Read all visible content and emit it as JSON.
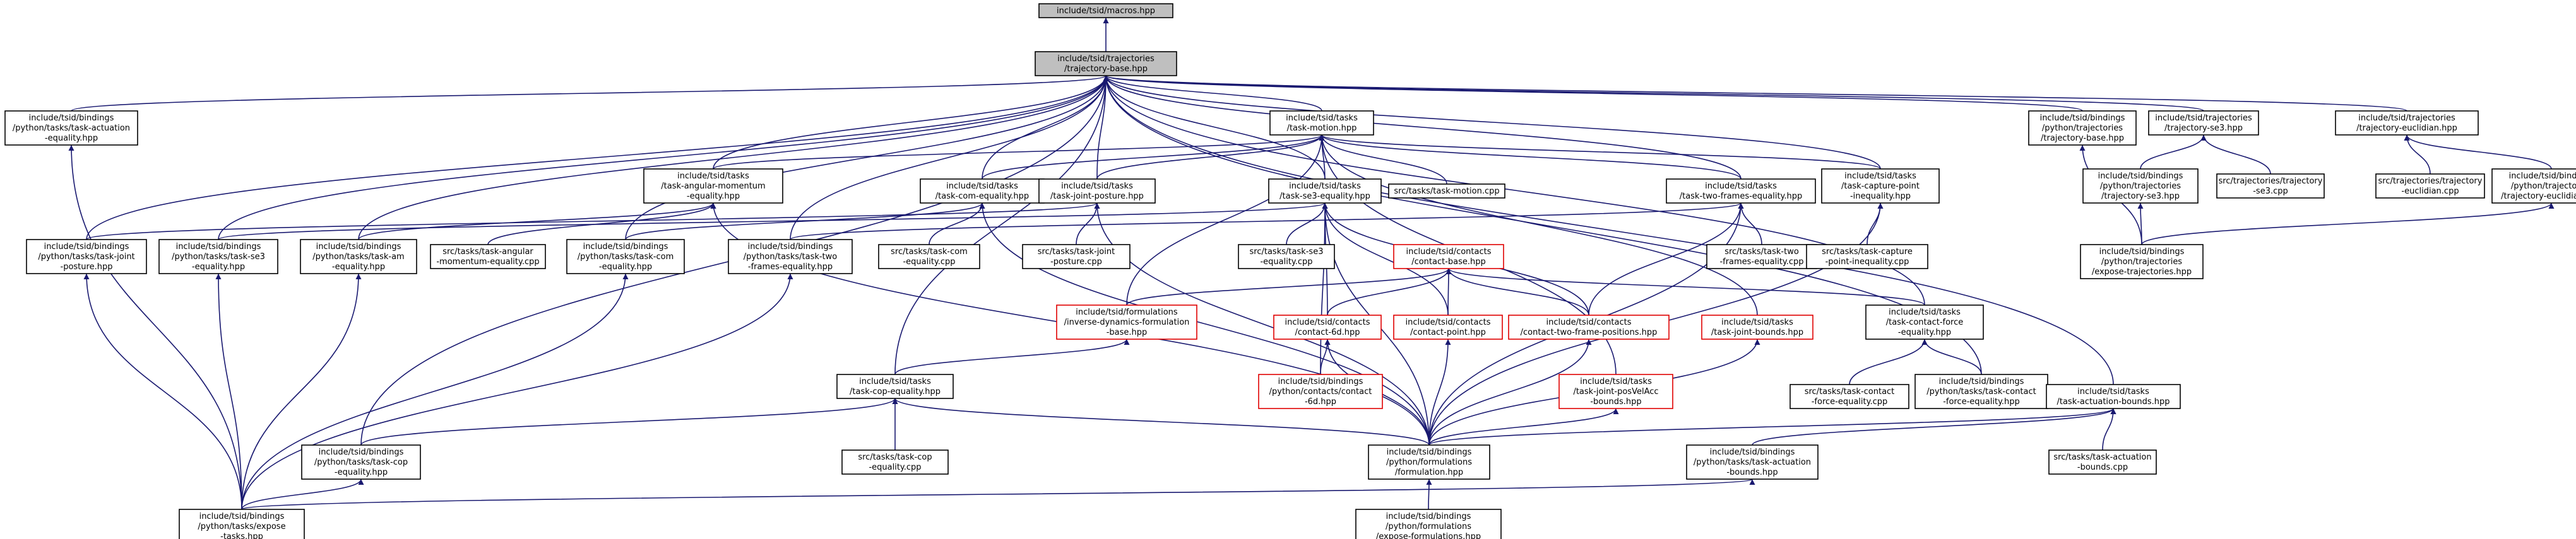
{
  "colors": {
    "edge": "#191970",
    "node_border": "#000000",
    "missing_border": "#e00000",
    "root_fill": "#bfbfbf"
  },
  "nodes": {
    "macros": {
      "lines": [
        "include/tsid/macros.hpp"
      ]
    },
    "traj_base": {
      "lines": [
        "include/tsid/trajectories",
        "/trajectory-base.hpp"
      ]
    },
    "b_task_act_eq": {
      "lines": [
        "include/tsid/bindings",
        "/python/tasks/task-actuation",
        "-equality.hpp"
      ]
    },
    "task_motion": {
      "lines": [
        "include/tsid/tasks",
        "/task-motion.hpp"
      ]
    },
    "b_traj_base": {
      "lines": [
        "include/tsid/bindings",
        "/python/trajectories",
        "/trajectory-base.hpp"
      ]
    },
    "traj_se3": {
      "lines": [
        "include/tsid/trajectories",
        "/trajectory-se3.hpp"
      ]
    },
    "traj_euclid": {
      "lines": [
        "include/tsid/trajectories",
        "/trajectory-euclidian.hpp"
      ]
    },
    "task_ang_mom": {
      "lines": [
        "include/tsid/tasks",
        "/task-angular-momentum",
        "-equality.hpp"
      ]
    },
    "task_com_eq": {
      "lines": [
        "include/tsid/tasks",
        "/task-com-equality.hpp"
      ]
    },
    "task_joint_posture": {
      "lines": [
        "include/tsid/tasks",
        "/task-joint-posture.hpp"
      ]
    },
    "task_se3_eq": {
      "lines": [
        "include/tsid/tasks",
        "/task-se3-equality.hpp"
      ]
    },
    "src_task_motion": {
      "lines": [
        "src/tasks/task-motion.cpp"
      ]
    },
    "task_two_frames": {
      "lines": [
        "include/tsid/tasks",
        "/task-two-frames-equality.hpp"
      ]
    },
    "task_capture": {
      "lines": [
        "include/tsid/tasks",
        "/task-capture-point",
        "-inequality.hpp"
      ]
    },
    "b_traj_se3": {
      "lines": [
        "include/tsid/bindings",
        "/python/trajectories",
        "/trajectory-se3.hpp"
      ]
    },
    "src_traj_se3": {
      "lines": [
        "src/trajectories/trajectory",
        "-se3.cpp"
      ]
    },
    "src_traj_euclid": {
      "lines": [
        "src/trajectories/trajectory",
        "-euclidian.cpp"
      ]
    },
    "b_traj_euclid": {
      "lines": [
        "include/tsid/bindings",
        "/python/trajectories",
        "/trajectory-euclidian.hpp"
      ]
    },
    "b_joint_posture": {
      "lines": [
        "include/tsid/bindings",
        "/python/tasks/task-joint",
        "-posture.hpp"
      ]
    },
    "b_se3_eq": {
      "lines": [
        "include/tsid/bindings",
        "/python/tasks/task-se3",
        "-equality.hpp"
      ]
    },
    "b_am_eq": {
      "lines": [
        "include/tsid/bindings",
        "/python/tasks/task-am",
        "-equality.hpp"
      ]
    },
    "src_ang_mom": {
      "lines": [
        "src/tasks/task-angular",
        "-momentum-equality.cpp"
      ]
    },
    "b_com_eq": {
      "lines": [
        "include/tsid/bindings",
        "/python/tasks/task-com",
        "-equality.hpp"
      ]
    },
    "src_com_eq": {
      "lines": [
        "src/tasks/task-com",
        "-equality.cpp"
      ]
    },
    "b_two_frames": {
      "lines": [
        "include/tsid/bindings",
        "/python/tasks/task-two",
        "-frames-equality.hpp"
      ]
    },
    "src_joint_posture": {
      "lines": [
        "src/tasks/task-joint",
        "-posture.cpp"
      ]
    },
    "src_se3_eq": {
      "lines": [
        "src/tasks/task-se3",
        "-equality.cpp"
      ]
    },
    "contact_base": {
      "lines": [
        "include/tsid/contacts",
        "/contact-base.hpp"
      ]
    },
    "src_two_frames": {
      "lines": [
        "src/tasks/task-two",
        "-frames-equality.cpp"
      ]
    },
    "src_capture": {
      "lines": [
        "src/tasks/task-capture",
        "-point-inequality.cpp"
      ]
    },
    "b_expose_traj": {
      "lines": [
        "include/tsid/bindings",
        "/python/trajectories",
        "/expose-trajectories.hpp"
      ]
    },
    "inv_dyn": {
      "lines": [
        "include/tsid/formulations",
        "/inverse-dynamics-formulation",
        "-base.hpp"
      ]
    },
    "contact_6d": {
      "lines": [
        "include/tsid/contacts",
        "/contact-6d.hpp"
      ]
    },
    "contact_point": {
      "lines": [
        "include/tsid/contacts",
        "/contact-point.hpp"
      ]
    },
    "contact_two_frame": {
      "lines": [
        "include/tsid/contacts",
        "/contact-two-frame-positions.hpp"
      ]
    },
    "task_joint_bounds": {
      "lines": [
        "include/tsid/tasks",
        "/task-joint-bounds.hpp"
      ]
    },
    "task_contact_force": {
      "lines": [
        "include/tsid/tasks",
        "/task-contact-force",
        "-equality.hpp"
      ]
    },
    "task_cop_eq": {
      "lines": [
        "include/tsid/tasks",
        "/task-cop-equality.hpp"
      ]
    },
    "b_contact_6d": {
      "lines": [
        "include/tsid/bindings",
        "/python/contacts/contact",
        "-6d.hpp"
      ]
    },
    "task_joint_posvelacc": {
      "lines": [
        "include/tsid/tasks",
        "/task-joint-posVelAcc",
        "-bounds.hpp"
      ]
    },
    "src_contact_force": {
      "lines": [
        "src/tasks/task-contact",
        "-force-equality.cpp"
      ]
    },
    "b_contact_force": {
      "lines": [
        "include/tsid/bindings",
        "/python/tasks/task-contact",
        "-force-equality.hpp"
      ]
    },
    "task_act_bounds": {
      "lines": [
        "include/tsid/tasks",
        "/task-actuation-bounds.hpp"
      ]
    },
    "b_cop_eq": {
      "lines": [
        "include/tsid/bindings",
        "/python/tasks/task-cop",
        "-equality.hpp"
      ]
    },
    "src_cop_eq": {
      "lines": [
        "src/tasks/task-cop",
        "-equality.cpp"
      ]
    },
    "b_formulation": {
      "lines": [
        "include/tsid/bindings",
        "/python/formulations",
        "/formulation.hpp"
      ]
    },
    "b_act_bounds": {
      "lines": [
        "include/tsid/bindings",
        "/python/tasks/task-actuation",
        "-bounds.hpp"
      ]
    },
    "src_act_bounds": {
      "lines": [
        "src/tasks/task-actuation",
        "-bounds.cpp"
      ]
    },
    "b_expose_tasks": {
      "lines": [
        "include/tsid/bindings",
        "/python/tasks/expose",
        "-tasks.hpp"
      ]
    },
    "b_expose_form": {
      "lines": [
        "include/tsid/bindings",
        "/python/formulations",
        "/expose-formulations.hpp"
      ]
    }
  }
}
